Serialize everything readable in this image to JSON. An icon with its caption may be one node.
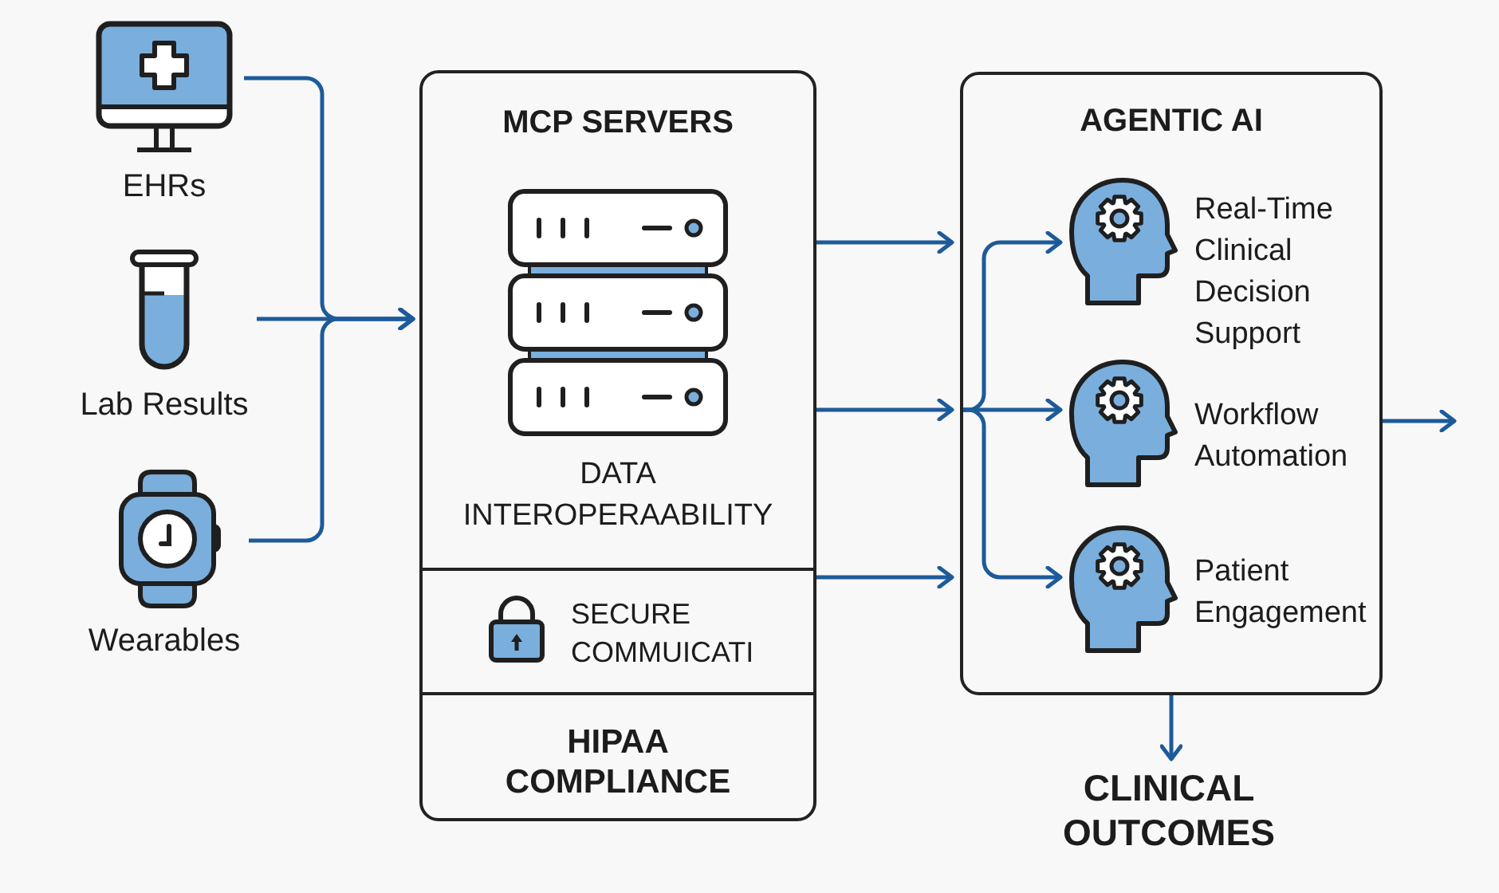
{
  "diagram": {
    "nodes": [
      {
        "text": [
          "EHRs"
        ]
      },
      {
        "text": [
          "Lab Results"
        ]
      },
      {
        "text": [
          "Wearables"
        ]
      },
      {
        "text": [
          "MCP SERVERS",
          "DATA INTEROPERAABILITY"
        ]
      },
      {
        "text": [
          "SECURE COMMUICATI"
        ],
        "in": 3
      },
      {
        "text": [
          "HIPAA COMPLIANCE"
        ],
        "in": 3
      },
      {
        "text": [
          "AGENTIC AI"
        ]
      },
      {
        "text": [
          "Real-Time Clinical Decision Support"
        ],
        "in": 6
      },
      {
        "text": [
          "Workflow Automation"
        ],
        "in": 6
      },
      {
        "text": [
          "Patient Engagement"
        ],
        "in": 6
      },
      {
        "text": [
          "CLINICAL OUTCOMES"
        ]
      }
    ],
    "edges": [
      {
        "from": 0,
        "to": 3,
        "arrow": "to"
      },
      {
        "from": 1,
        "to": 3,
        "arrow": "to"
      },
      {
        "from": 2,
        "to": 3,
        "arrow": "to"
      },
      {
        "from": 3,
        "to": 6,
        "arrow": "to"
      },
      {
        "from": 3,
        "to": 6,
        "arrow": "to"
      },
      {
        "from": 4,
        "to": 6,
        "arrow": "to"
      },
      {
        "from": 6,
        "to": 7,
        "arrow": "to"
      },
      {
        "from": 6,
        "to": 8,
        "arrow": "to"
      },
      {
        "from": 6,
        "to": 9,
        "arrow": "to"
      },
      {
        "from": 6,
        "to": null,
        "arrow": "to"
      },
      {
        "from": 6,
        "to": 10,
        "arrow": "to"
      }
    ]
  }
}
